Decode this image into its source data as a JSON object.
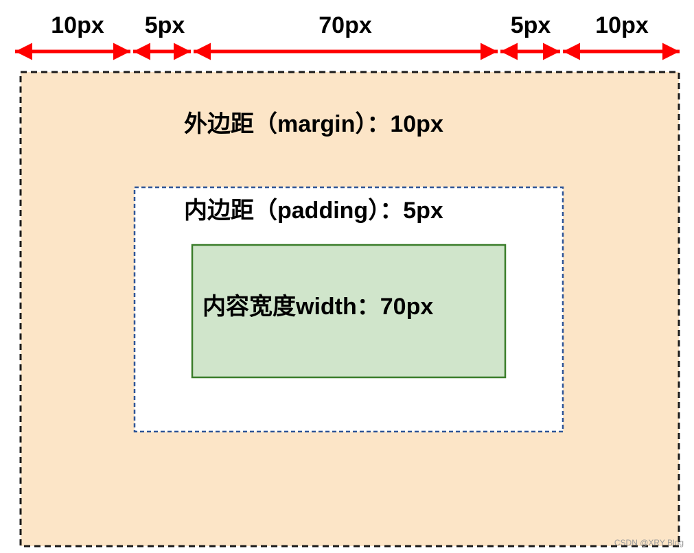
{
  "dimensions": {
    "labels": [
      "10px",
      "5px",
      "70px",
      "5px",
      "10px"
    ],
    "arrow_color": "#ff0000"
  },
  "margin_box": {
    "label": "外边距（margin）：10px",
    "fill": "#fce5c7",
    "border": "#1a1a1a"
  },
  "padding_box": {
    "label": "内边距（padding）：5px",
    "fill": "#ffffff",
    "border": "#2f5597"
  },
  "content_box": {
    "label": "内容宽度width：70px",
    "fill": "#d0e5cb",
    "border": "#3a7d2a"
  },
  "watermark": "CSDN @XRY Blog"
}
